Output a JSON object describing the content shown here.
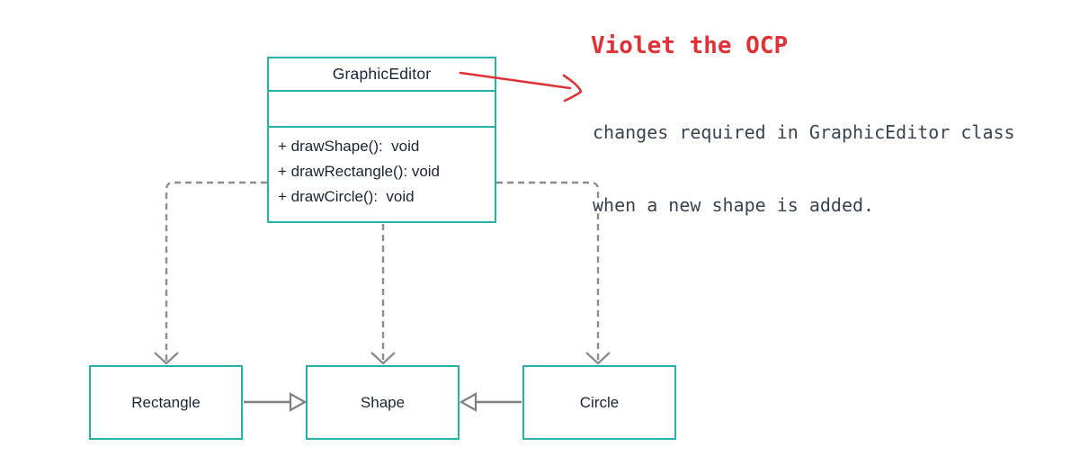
{
  "uml": {
    "main_class": {
      "name": "GraphicEditor",
      "attributes": "",
      "methods": [
        "+ drawShape():  void",
        "+ drawRectangle(): void",
        "+ drawCircle():  void"
      ]
    },
    "sub_classes": [
      "Rectangle",
      "Shape",
      "Circle"
    ],
    "relationships": [
      {
        "from": "GraphicEditor",
        "to": "Rectangle",
        "type": "dependency-dashed"
      },
      {
        "from": "GraphicEditor",
        "to": "Shape",
        "type": "dependency-dashed"
      },
      {
        "from": "GraphicEditor",
        "to": "Circle",
        "type": "dependency-dashed"
      },
      {
        "from": "Rectangle",
        "to": "Shape",
        "type": "generalization"
      },
      {
        "from": "Circle",
        "to": "Shape",
        "type": "generalization"
      },
      {
        "from": "annotation",
        "to": "GraphicEditor",
        "type": "callout-arrow"
      }
    ]
  },
  "annotation": {
    "title": "Violet the OCP",
    "body_line1": "changes required in GraphicEditor class",
    "body_line2": "when a new shape is added."
  },
  "colors": {
    "box_border_teal": "#26b2a8",
    "diagram_text_navy": "#1b2433",
    "connector_gray": "#8d8d8d",
    "annotation_red": "#e03236",
    "annotation_text_gray": "#3a434e",
    "background": "#ffffff"
  }
}
